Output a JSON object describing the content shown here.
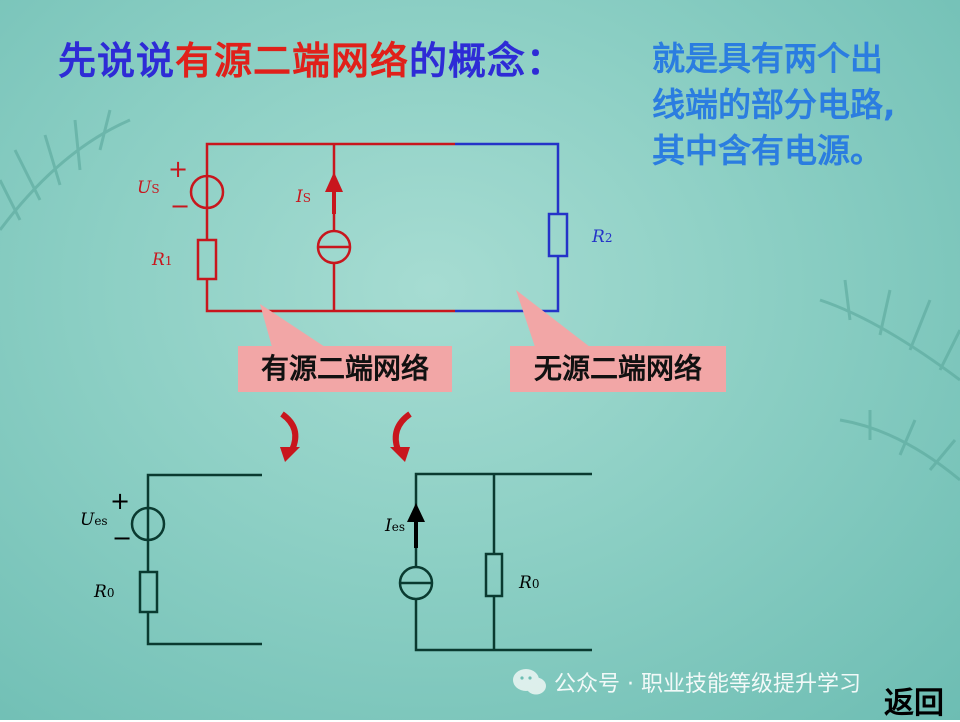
{
  "title": {
    "prefix": "先说说",
    "highlight": "有源二端网络",
    "suffix": "的概念："
  },
  "definition": "就是具有两个出线端的部分电路,其中含有电源。",
  "callouts": {
    "active": "有源二端网络",
    "passive": "无源二端网络"
  },
  "labels": {
    "plus": "+",
    "minus": "−",
    "us": {
      "main": "U",
      "sub": "S"
    },
    "r1": {
      "main": "R",
      "sub": "1"
    },
    "is": {
      "main": "I",
      "sub": "S"
    },
    "r2": {
      "main": "R",
      "sub": "2"
    },
    "ues": {
      "main": "U",
      "sub": "es"
    },
    "ies": {
      "main": "I",
      "sub": "es"
    },
    "r0": {
      "main": "R",
      "sub": "0"
    }
  },
  "watermark": "公众号 · 职业技能等级提升学习",
  "back_label": "返回"
}
